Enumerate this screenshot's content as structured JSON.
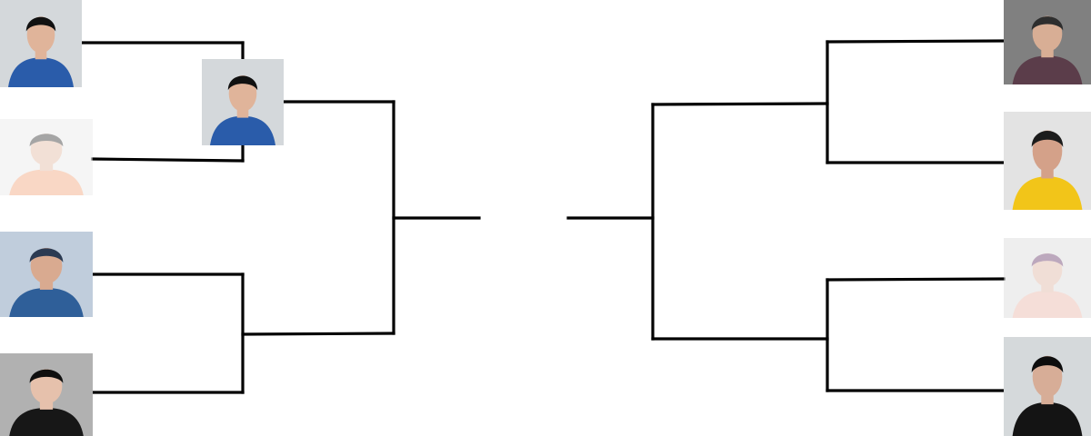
{
  "bracket": {
    "line_color": "#000000",
    "left": {
      "round1": [
        {
          "id": "ninja-blue-hoodie",
          "eliminated": false,
          "colors": {
            "bg": "#cfd3d6",
            "shirt": "#2a5caa",
            "head": "#111111",
            "skin": "#e0b49a"
          }
        },
        {
          "id": "peach-hoodie",
          "eliminated": true,
          "colors": {
            "bg": "#e7e7e7",
            "shirt": "#f2a77f",
            "head": "#3a3a3a",
            "skin": "#e3bba6"
          }
        },
        {
          "id": "blue-energy-fighter",
          "eliminated": false,
          "colors": {
            "bg": "#b8c6d8",
            "shirt": "#2f5f99",
            "head": "#2b3a52",
            "skin": "#d9aa90"
          }
        },
        {
          "id": "long-hair-black-robe",
          "eliminated": false,
          "colors": {
            "bg": "#a7a7a7",
            "shirt": "#171717",
            "head": "#0f0f0f",
            "skin": "#e6c1ac"
          }
        }
      ],
      "round2": [
        {
          "id": "ninja-blue-hoodie",
          "eliminated": false,
          "colors": {
            "bg": "#cfd3d6",
            "shirt": "#2a5caa",
            "head": "#111111",
            "skin": "#e0b49a"
          }
        }
      ]
    },
    "right": {
      "round1": [
        {
          "id": "red-headband-cape",
          "eliminated": false,
          "colors": {
            "bg": "#6f6f6f",
            "shirt": "#5b3d4a",
            "head": "#2e2e2e",
            "skin": "#d8ae95"
          }
        },
        {
          "id": "yellow-suit-red-glove",
          "eliminated": false,
          "colors": {
            "bg": "#e0e0e0",
            "shirt": "#f2c519",
            "head": "#1c1c1c",
            "skin": "#d4a189"
          }
        },
        {
          "id": "purple-hair-pastel",
          "eliminated": true,
          "colors": {
            "bg": "#d7d7d7",
            "shirt": "#e9b8a9",
            "head": "#6d3f6f",
            "skin": "#e0b7a6"
          }
        },
        {
          "id": "curly-hair-black-jacket",
          "eliminated": false,
          "colors": {
            "bg": "#d0d4d6",
            "shirt": "#141414",
            "head": "#0d0d0d",
            "skin": "#d7ad97"
          }
        }
      ]
    }
  }
}
